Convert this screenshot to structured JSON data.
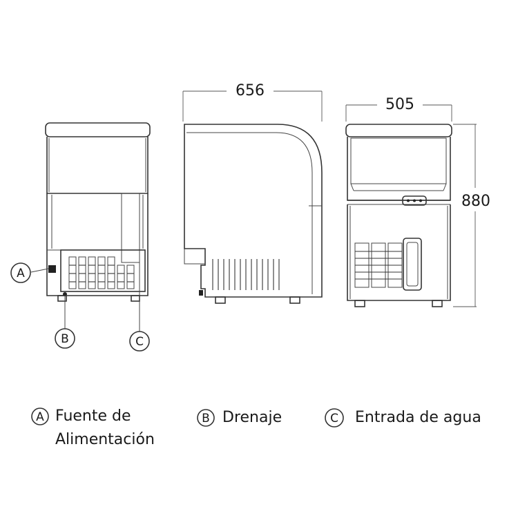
{
  "dimensions": {
    "depth": "656",
    "width": "505",
    "height": "880"
  },
  "callouts": {
    "a": "A",
    "b": "B",
    "c": "C"
  },
  "legend": [
    {
      "letter": "A",
      "line1": "Fuente de",
      "line2": "Alimentación"
    },
    {
      "letter": "B",
      "line1": "Drenaje"
    },
    {
      "letter": "C",
      "line1": "Entrada de agua"
    }
  ]
}
